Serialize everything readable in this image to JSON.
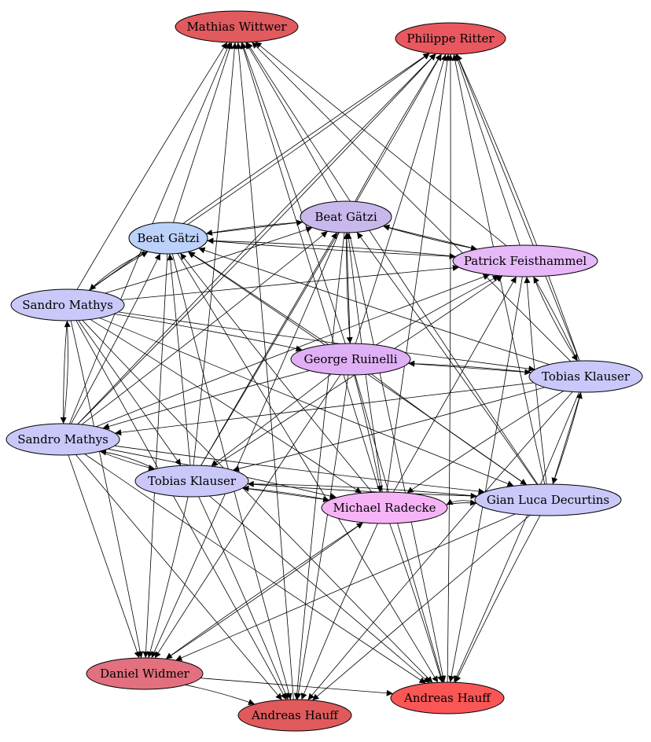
{
  "graph": {
    "nodes": [
      {
        "id": "n1",
        "label": "Mathias Wittwer",
        "color": "#e05a5e"
      },
      {
        "id": "n2",
        "label": "Philippe Ritter",
        "color": "#e8585e"
      },
      {
        "id": "n3",
        "label": "Beat Gätzi",
        "color": "#c8b8ec"
      },
      {
        "id": "n4",
        "label": "Beat Gätzi",
        "color": "#bcd2fa"
      },
      {
        "id": "n5",
        "label": "Patrick Feisthammel",
        "color": "#e6b8f8"
      },
      {
        "id": "n6",
        "label": "Sandro Mathys",
        "color": "#cac8f8"
      },
      {
        "id": "n7",
        "label": "George Ruinelli",
        "color": "#e0b0f6"
      },
      {
        "id": "n8",
        "label": "Tobias Klauser",
        "color": "#cac8fa"
      },
      {
        "id": "n9",
        "label": "Sandro Mathys",
        "color": "#cac8f8"
      },
      {
        "id": "n10",
        "label": "Tobias Klauser",
        "color": "#cac8f8"
      },
      {
        "id": "n11",
        "label": "Michael Radecke",
        "color": "#f6b4f6"
      },
      {
        "id": "n12",
        "label": "Gian Luca Decurtins",
        "color": "#cac8f8"
      },
      {
        "id": "n13",
        "label": "Daniel Widmer",
        "color": "#e2707e"
      },
      {
        "id": "n14",
        "label": "Andreas Hauff",
        "color": "#e05a5c"
      },
      {
        "id": "n15",
        "label": "Andreas Hauff",
        "color": "#fa5656"
      }
    ],
    "edges": [
      [
        "n3",
        "n1"
      ],
      [
        "n4",
        "n1"
      ],
      [
        "n6",
        "n1"
      ],
      [
        "n7",
        "n1"
      ],
      [
        "n8",
        "n1"
      ],
      [
        "n9",
        "n1"
      ],
      [
        "n10",
        "n1"
      ],
      [
        "n11",
        "n1"
      ],
      [
        "n12",
        "n1"
      ],
      [
        "n14",
        "n1"
      ],
      [
        "n5",
        "n1"
      ],
      [
        "n3",
        "n2"
      ],
      [
        "n4",
        "n2"
      ],
      [
        "n5",
        "n2"
      ],
      [
        "n6",
        "n2"
      ],
      [
        "n7",
        "n2"
      ],
      [
        "n8",
        "n2"
      ],
      [
        "n9",
        "n2"
      ],
      [
        "n10",
        "n2"
      ],
      [
        "n11",
        "n2"
      ],
      [
        "n12",
        "n2"
      ],
      [
        "n15",
        "n2"
      ],
      [
        "n4",
        "n3"
      ],
      [
        "n3",
        "n4"
      ],
      [
        "n6",
        "n3"
      ],
      [
        "n7",
        "n3"
      ],
      [
        "n3",
        "n7"
      ],
      [
        "n9",
        "n3"
      ],
      [
        "n10",
        "n3"
      ],
      [
        "n11",
        "n3"
      ],
      [
        "n12",
        "n3"
      ],
      [
        "n5",
        "n3"
      ],
      [
        "n3",
        "n5"
      ],
      [
        "n4",
        "n5"
      ],
      [
        "n5",
        "n4"
      ],
      [
        "n6",
        "n4"
      ],
      [
        "n4",
        "n6"
      ],
      [
        "n7",
        "n4"
      ],
      [
        "n8",
        "n4"
      ],
      [
        "n9",
        "n4"
      ],
      [
        "n10",
        "n4"
      ],
      [
        "n11",
        "n4"
      ],
      [
        "n12",
        "n4"
      ],
      [
        "n6",
        "n5"
      ],
      [
        "n7",
        "n5"
      ],
      [
        "n8",
        "n5"
      ],
      [
        "n5",
        "n8"
      ],
      [
        "n9",
        "n5"
      ],
      [
        "n10",
        "n5"
      ],
      [
        "n11",
        "n5"
      ],
      [
        "n12",
        "n5"
      ],
      [
        "n6",
        "n9"
      ],
      [
        "n9",
        "n6"
      ],
      [
        "n6",
        "n7"
      ],
      [
        "n6",
        "n8"
      ],
      [
        "n6",
        "n10"
      ],
      [
        "n6",
        "n11"
      ],
      [
        "n6",
        "n12"
      ],
      [
        "n7",
        "n8"
      ],
      [
        "n8",
        "n7"
      ],
      [
        "n7",
        "n9"
      ],
      [
        "n7",
        "n10"
      ],
      [
        "n7",
        "n11"
      ],
      [
        "n7",
        "n12"
      ],
      [
        "n8",
        "n9"
      ],
      [
        "n8",
        "n10"
      ],
      [
        "n8",
        "n11"
      ],
      [
        "n8",
        "n12"
      ],
      [
        "n12",
        "n8"
      ],
      [
        "n9",
        "n10"
      ],
      [
        "n10",
        "n9"
      ],
      [
        "n9",
        "n11"
      ],
      [
        "n9",
        "n12"
      ],
      [
        "n10",
        "n11"
      ],
      [
        "n11",
        "n10"
      ],
      [
        "n10",
        "n12"
      ],
      [
        "n12",
        "n10"
      ],
      [
        "n11",
        "n12"
      ],
      [
        "n12",
        "n11"
      ],
      [
        "n4",
        "n13"
      ],
      [
        "n6",
        "n13"
      ],
      [
        "n7",
        "n13"
      ],
      [
        "n9",
        "n13"
      ],
      [
        "n10",
        "n13"
      ],
      [
        "n11",
        "n13"
      ],
      [
        "n12",
        "n13"
      ],
      [
        "n3",
        "n13"
      ],
      [
        "n4",
        "n14"
      ],
      [
        "n6",
        "n14"
      ],
      [
        "n7",
        "n14"
      ],
      [
        "n8",
        "n14"
      ],
      [
        "n9",
        "n14"
      ],
      [
        "n10",
        "n14"
      ],
      [
        "n11",
        "n14"
      ],
      [
        "n12",
        "n14"
      ],
      [
        "n13",
        "n14"
      ],
      [
        "n3",
        "n14"
      ],
      [
        "n4",
        "n15"
      ],
      [
        "n5",
        "n15"
      ],
      [
        "n6",
        "n15"
      ],
      [
        "n7",
        "n15"
      ],
      [
        "n8",
        "n15"
      ],
      [
        "n9",
        "n15"
      ],
      [
        "n10",
        "n15"
      ],
      [
        "n11",
        "n15"
      ],
      [
        "n12",
        "n15"
      ],
      [
        "n13",
        "n15"
      ],
      [
        "n3",
        "n15"
      ],
      [
        "n8",
        "n2"
      ],
      [
        "n9",
        "n2"
      ],
      [
        "n13",
        "n11"
      ]
    ]
  }
}
